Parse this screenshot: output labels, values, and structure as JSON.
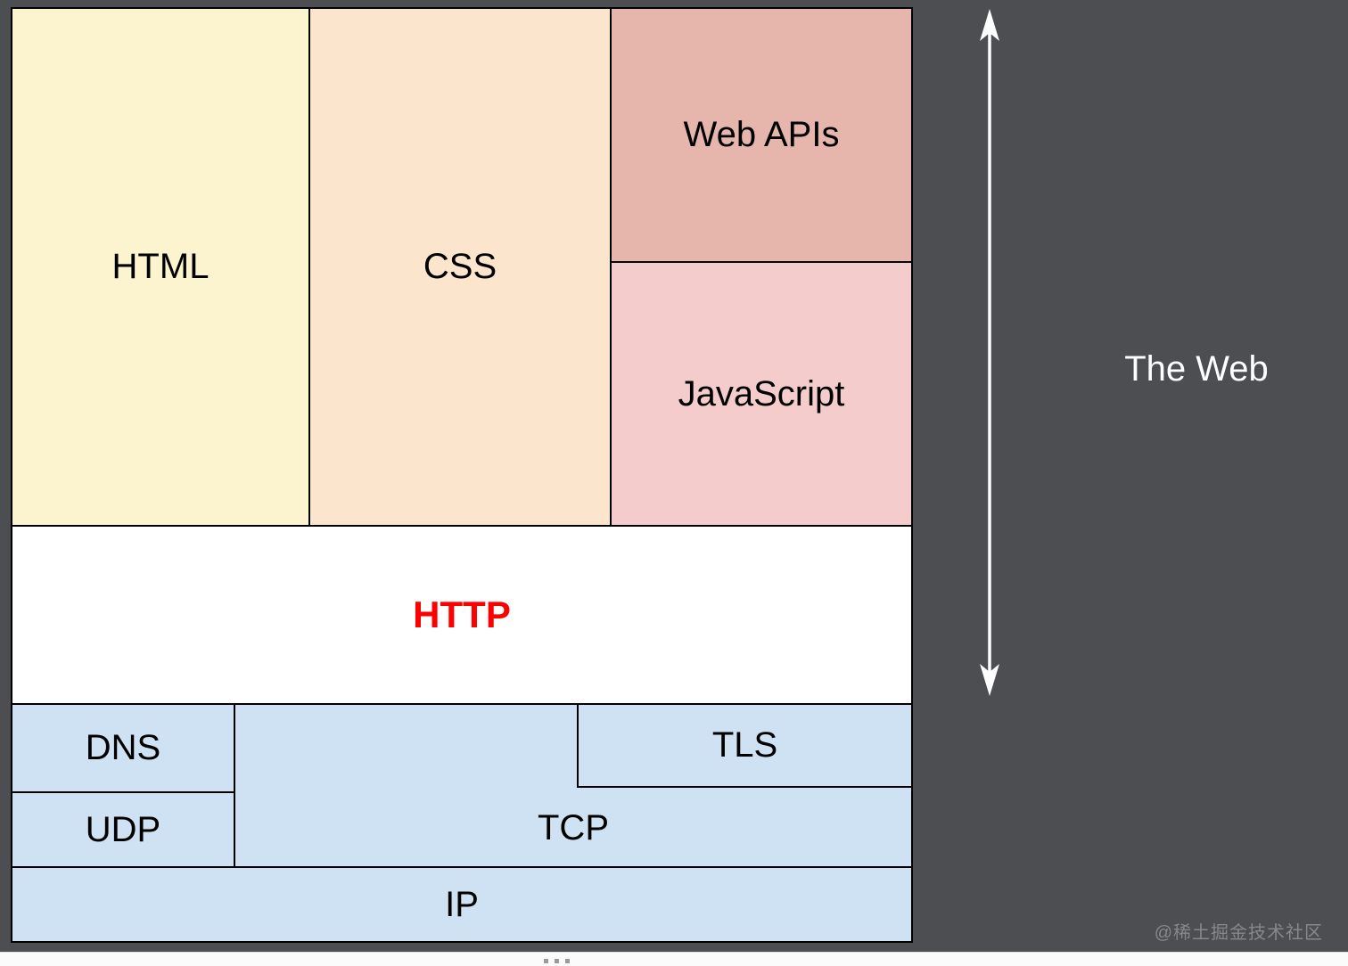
{
  "background": {
    "panel_color": "#4C4E52",
    "page_color": "#FAFAFA",
    "border_color": "#000000"
  },
  "stack": {
    "boxes": [
      {
        "id": "html",
        "label": "HTML",
        "color": "#FCF3CF",
        "text_color": "#000000"
      },
      {
        "id": "css",
        "label": "CSS",
        "color": "#FCE5CD",
        "text_color": "#000000"
      },
      {
        "id": "webapis",
        "label": "Web APIs",
        "color": "#E6B5AB",
        "text_color": "#000000"
      },
      {
        "id": "javascript",
        "label": "JavaScript",
        "color": "#F4CCCC",
        "text_color": "#000000"
      },
      {
        "id": "http",
        "label": "HTTP",
        "color": "#FFFFFF",
        "text_color": "#FF0000"
      },
      {
        "id": "dns",
        "label": "DNS",
        "color": "#CFE2F3",
        "text_color": "#000000"
      },
      {
        "id": "udp",
        "label": "UDP",
        "color": "#CFE2F3",
        "text_color": "#000000"
      },
      {
        "id": "tcp",
        "label": "TCP",
        "color": "#CFE2F3",
        "text_color": "#000000"
      },
      {
        "id": "tls",
        "label": "TLS",
        "color": "#CFE2F3",
        "text_color": "#000000"
      },
      {
        "id": "ip",
        "label": "IP",
        "color": "#CFE2F3",
        "text_color": "#000000"
      }
    ]
  },
  "annotation": {
    "side_label": "The Web",
    "arrow_color": "#FFFFFF",
    "text_color": "#FFFFFF"
  },
  "watermark": {
    "text": "@稀土掘金技术社区",
    "color": "#85888C"
  }
}
